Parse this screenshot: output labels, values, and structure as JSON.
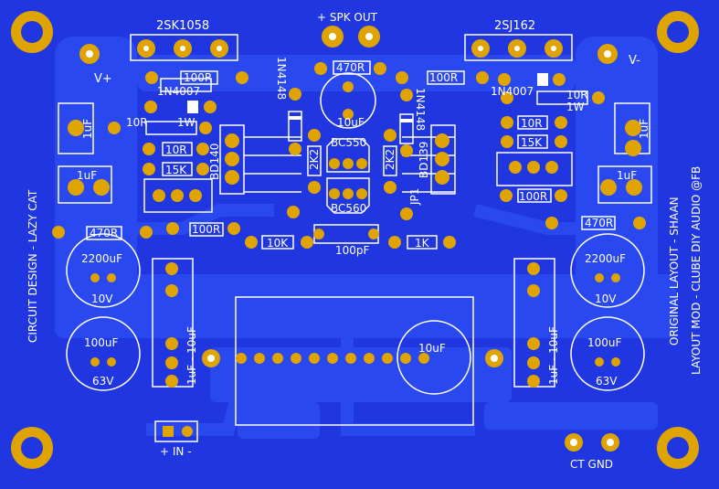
{
  "board": {
    "background": "#1f36e0",
    "copper": "#2a48f0",
    "silk": "#ffffff",
    "pad": "#e0a400",
    "hole": "#ffffff"
  },
  "labels": {
    "q_left": "2SK1058",
    "q_right": "2SJ162",
    "spk_out": "+ SPK OUT",
    "v_plus": "V+",
    "v_minus": "V-",
    "r100_top_left": "100R",
    "r100_top_right": "100R",
    "r470_top": "470R",
    "d_left": "1N4007",
    "d_right": "1N4007",
    "d_mid_left": "1N4148",
    "d_mid_right": "1N4148",
    "c_top_mid": "10uF",
    "r10_1w_left_a": "10R",
    "r10_1w_left_b": "1W",
    "r10_1w_right_a": "10R",
    "r10_1w_right_b": "1W",
    "c_left_1uf_a": "1uF",
    "c_left_1uf_b": "1uF",
    "c_right_1uf_a": "1uF",
    "c_right_1uf_b": "1uF",
    "r10_left": "10R",
    "r15k_left": "15K",
    "r10_right": "10R",
    "r15k_right": "15K",
    "bd_left": "BD140",
    "bd_right": "BD139",
    "r2k2_left": "2K2",
    "r2k2_right": "2K2",
    "bc_top": "BC550",
    "bc_bottom": "BC560",
    "jp": "JP1",
    "r100_mid_right": "100R",
    "r470_left": "470R",
    "r100_mid_left": "100R",
    "r470_right": "470R",
    "r10k": "10K",
    "c100pf": "100pF",
    "r1k": "1K",
    "cap_big_left": "2200uF",
    "cap_big_left_v": "10V",
    "cap_big_right": "2200uF",
    "cap_big_right_v": "10V",
    "cap_small_left": "100uF",
    "cap_small_left_v": "63V",
    "cap_small_right": "100uF",
    "cap_small_right_v": "63V",
    "cap_mid_bottom": "10uF",
    "cap_vert_left": "1uF - 10uF",
    "cap_vert_right": "1uF - 10uF",
    "in": "+ IN -",
    "ct_gnd": "CT GND",
    "credit_left": "CIRCUIT DESIGN - LAZY CAT",
    "credit_right_1": "ORIGINAL LAYOUT - SHAAN",
    "credit_right_2": "LAYOUT MOD - CLUBE DIY AUDIO @FB"
  }
}
